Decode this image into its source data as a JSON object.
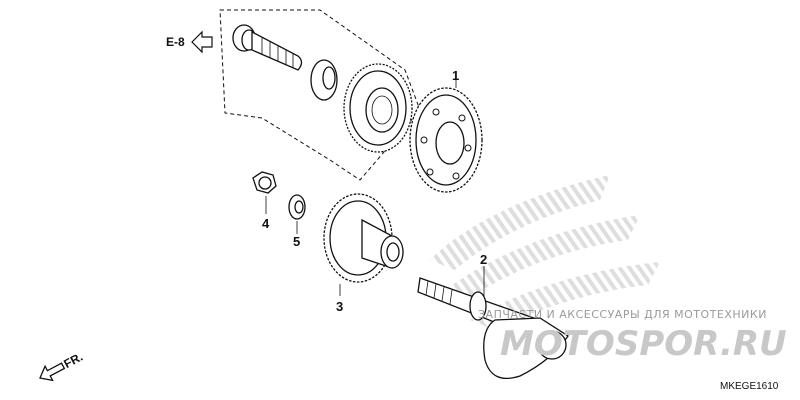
{
  "reference": {
    "label": "E-8"
  },
  "callouts": [
    {
      "id": "1",
      "label": "1"
    },
    {
      "id": "2",
      "label": "2"
    },
    {
      "id": "3",
      "label": "3"
    },
    {
      "id": "4",
      "label": "4"
    },
    {
      "id": "5",
      "label": "5"
    }
  ],
  "direction": {
    "label": "FR."
  },
  "diagram_code": "MKEGE1610",
  "watermark": {
    "tagline": "ЗАПЧАСТИ И АКСЕССУАРЫ ДЛЯ МОТОТЕХНИКИ",
    "brand": "MOTOSPOR.RU"
  }
}
